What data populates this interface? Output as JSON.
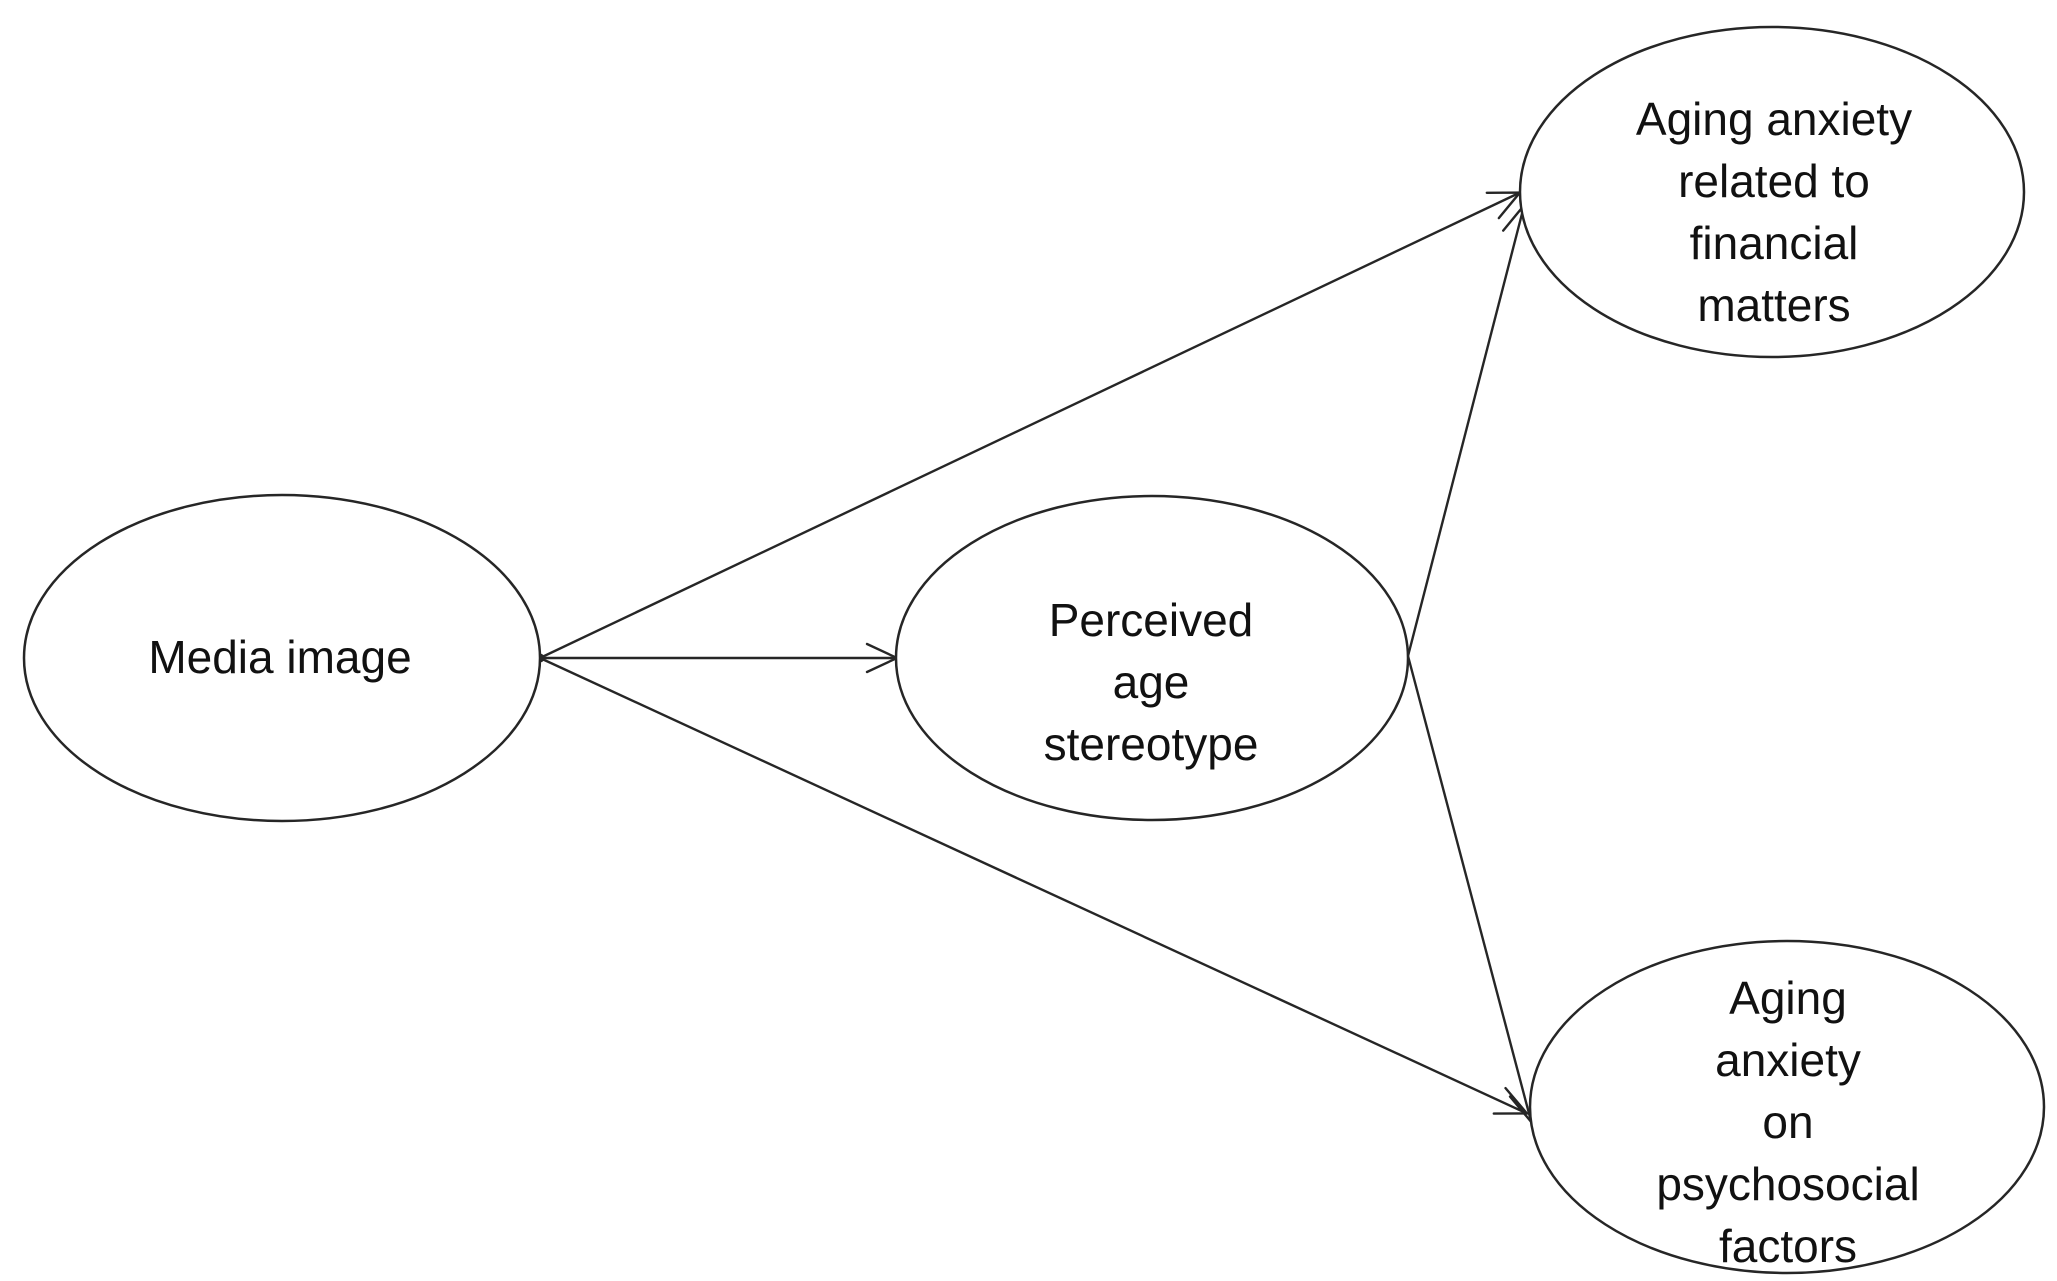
{
  "diagram": {
    "background_color": "#ffffff",
    "stroke_color": "#262626",
    "text_color": "#111111",
    "nodes": [
      {
        "id": "media-image",
        "shape": "ellipse",
        "label": "Media image"
      },
      {
        "id": "perceived-age-stereotype",
        "shape": "ellipse",
        "label": "Perceived\nage\nstereotype"
      },
      {
        "id": "aging-anxiety-financial",
        "shape": "ellipse",
        "label": "Aging anxiety\nrelated to\nfinancial\nmatters"
      },
      {
        "id": "aging-anxiety-psychosocial",
        "shape": "ellipse",
        "label": "Aging anxiety\non\npsychosocial\nfactors"
      }
    ],
    "edges": [
      {
        "from": "media-image",
        "to": "aging-anxiety-financial",
        "style": "arrow"
      },
      {
        "from": "media-image",
        "to": "perceived-age-stereotype",
        "style": "arrow"
      },
      {
        "from": "media-image",
        "to": "aging-anxiety-psychosocial",
        "style": "arrow"
      },
      {
        "from": "perceived-age-stereotype",
        "to": "aging-anxiety-financial",
        "style": "arrow"
      },
      {
        "from": "perceived-age-stereotype",
        "to": "aging-anxiety-psychosocial",
        "style": "arrow"
      }
    ]
  }
}
